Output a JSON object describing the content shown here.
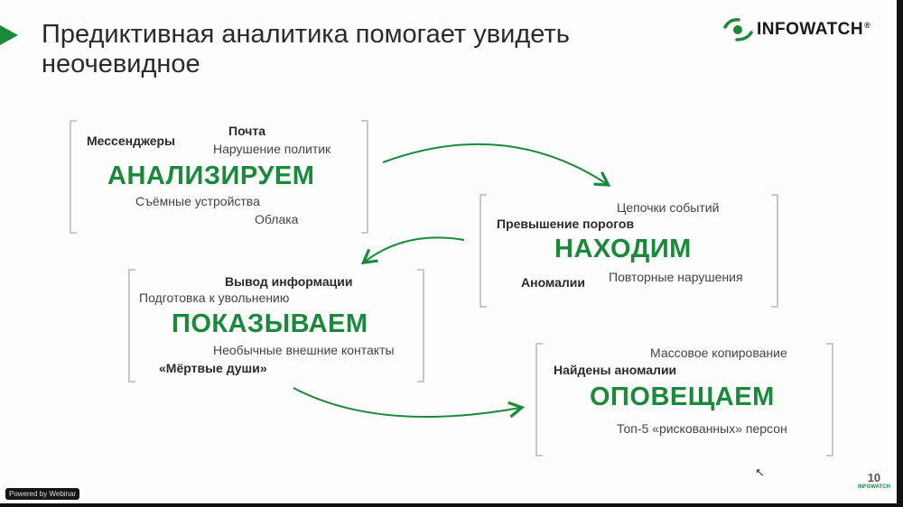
{
  "slide": {
    "title": "Предиктивная аналитика помогает увидеть неочевидное",
    "logo": {
      "text": "INFOWATCH",
      "mark": "®"
    },
    "blocks": [
      {
        "heading": "АНАЛИЗИРУЕМ",
        "items": [
          "Мессенджеры",
          "Почта",
          "Нарушение политик",
          "Съёмные устройства",
          "Облака"
        ]
      },
      {
        "heading": "НАХОДИМ",
        "items": [
          "Цепочки событий",
          "Превышение порогов",
          "Аномалии",
          "Повторные нарушения"
        ]
      },
      {
        "heading": "ПОКАЗЫВАЕМ",
        "items": [
          "Вывод информации",
          "Подготовка к увольнению",
          "Необычные внешние контакты",
          "«Мёртвые души»"
        ]
      },
      {
        "heading": "ОПОВЕЩАЕМ",
        "items": [
          "Массовое копирование",
          "Найдены аномалии",
          "Топ-5 «рискованных» персон"
        ]
      }
    ],
    "corner_logo": {
      "number": "10",
      "text": "INFOWATCH"
    },
    "accent": "#1a8a3a"
  },
  "webinar": {
    "badge": "Powered by Webinar"
  }
}
